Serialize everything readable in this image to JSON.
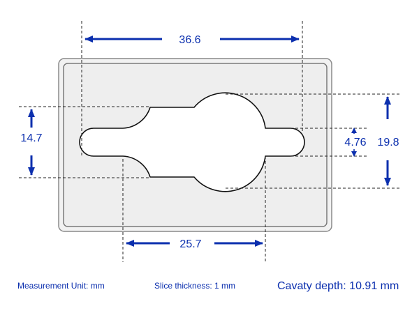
{
  "dimensions": {
    "overall_length": "36.6",
    "left_height": "14.7",
    "slot_height": "4.76",
    "right_height": "19.8",
    "center_width": "25.7"
  },
  "footer": {
    "unit": "Measurement Unit: mm",
    "slice": "Slice thickness: 1  mm",
    "depth": "Cavaty depth: 10.91 mm"
  },
  "colors": {
    "dimension_blue": "#0b2fae",
    "plate_fill": "#efefef",
    "plate_stroke": "#8a8a8a",
    "cavity_stroke": "#111111"
  }
}
